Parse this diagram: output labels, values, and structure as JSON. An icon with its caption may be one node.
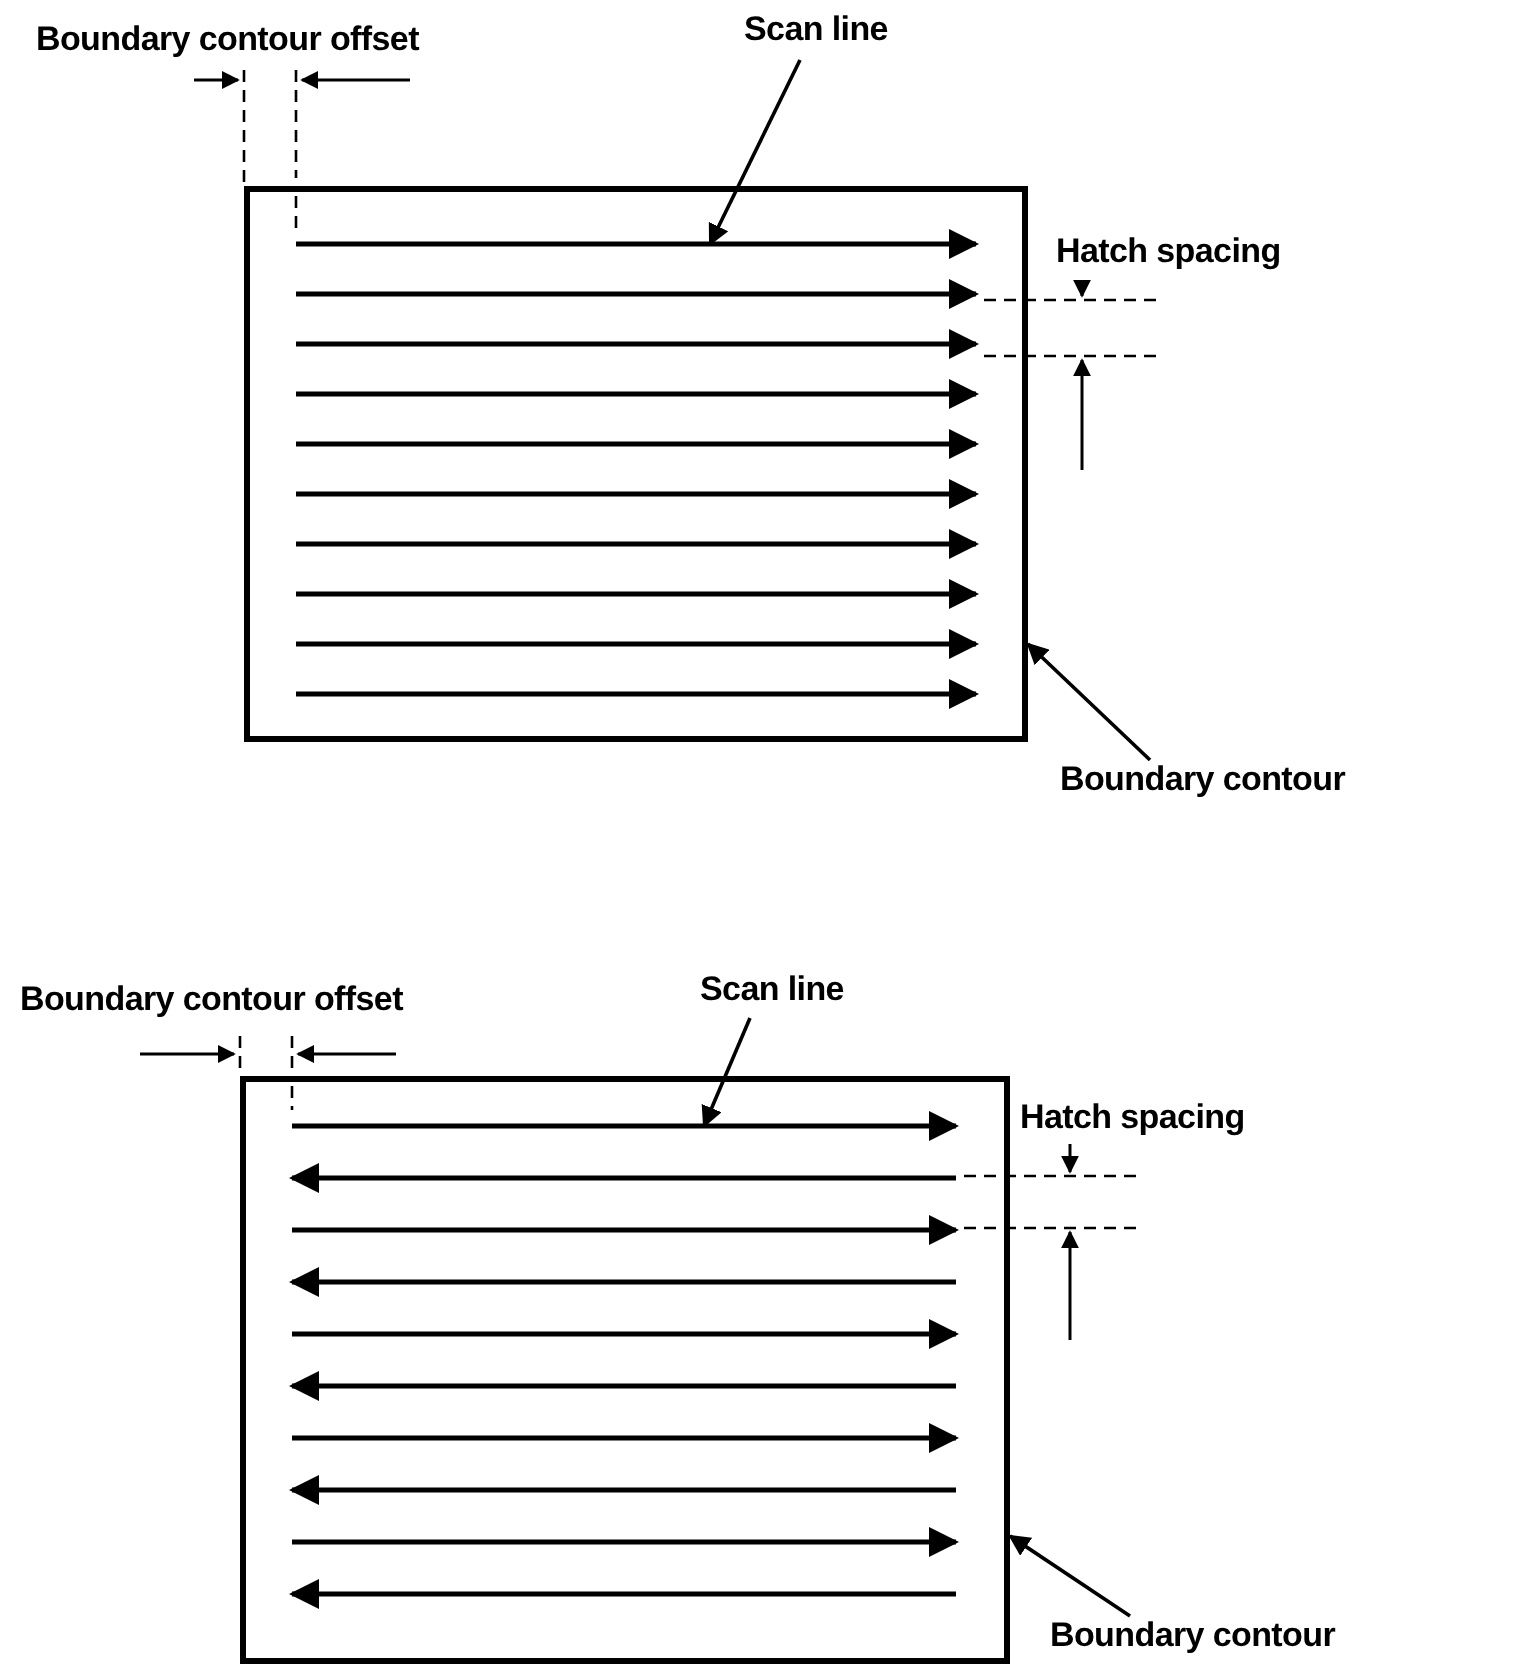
{
  "diagram": {
    "nodes": [
      {
        "text": [],
        "shape": "box"
      },
      {
        "text": [],
        "shape": "line",
        "in": 0
      },
      {
        "text": [
          "Scan line"
        ]
      },
      {
        "text": [
          "Boundary contour"
        ]
      },
      {
        "text": [],
        "shape": "box"
      },
      {
        "text": [],
        "shape": "line",
        "in": 4
      },
      {
        "text": [
          "Scan line"
        ]
      },
      {
        "text": [
          "Boundary contour"
        ]
      }
    ],
    "edges": [
      {
        "from": 2,
        "to": 1,
        "arrow": "to"
      },
      {
        "from": 3,
        "to": 0,
        "arrow": "to"
      },
      {
        "from": 6,
        "to": 5,
        "arrow": "to"
      },
      {
        "from": 7,
        "to": 4,
        "arrow": "to"
      }
    ],
    "labels": [
      "Boundary contour offset",
      "Hatch spacing",
      "Boundary contour offset",
      "Hatch spacing"
    ]
  }
}
